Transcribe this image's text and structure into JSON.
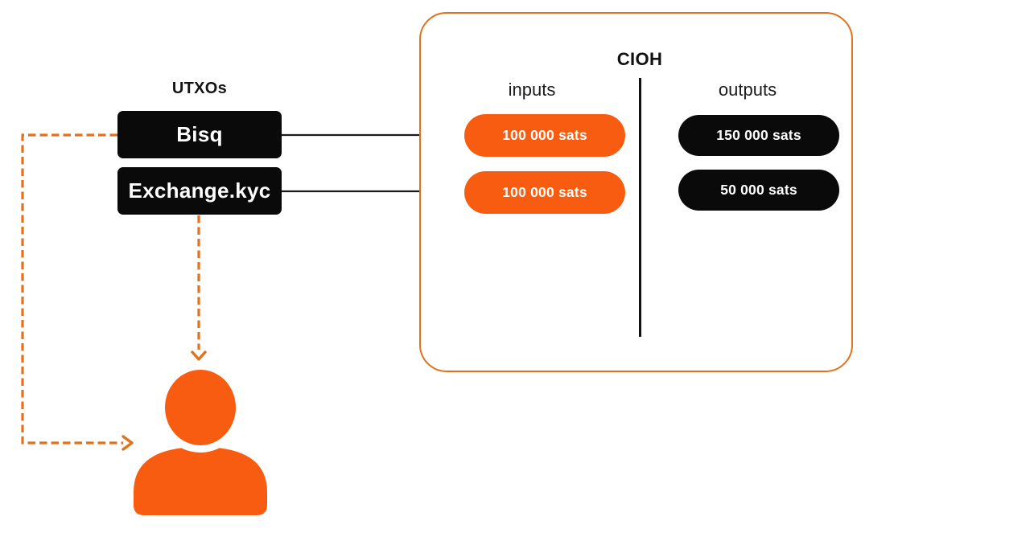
{
  "colors": {
    "background": "#ffffff",
    "orange_fill": "#f85c11",
    "orange_line": "#e2711d",
    "node_black": "#0a0a0a",
    "text_dark": "#141414",
    "text_light": "#ffffff"
  },
  "utxo_section": {
    "heading": "UTXOs",
    "nodes": [
      {
        "label": "Bisq"
      },
      {
        "label": "Exchange.kyc"
      }
    ]
  },
  "cioh_box": {
    "title": "CIOH",
    "inputs_heading": "inputs",
    "outputs_heading": "outputs",
    "inputs": [
      "100 000 sats",
      "100 000 sats"
    ],
    "outputs": [
      "150 000 sats",
      "50 000 sats"
    ]
  },
  "icons": {
    "person": "person-silhouette"
  },
  "connections": [
    {
      "from": "Bisq",
      "to": "input 100 000 sats",
      "style": "solid-arrow"
    },
    {
      "from": "Exchange.kyc",
      "to": "input 100 000 sats",
      "style": "solid-arrow"
    },
    {
      "from": "Bisq",
      "to": "person",
      "style": "dashed-orange-arrow"
    },
    {
      "from": "Exchange.kyc",
      "to": "person",
      "style": "dashed-orange-arrow"
    }
  ]
}
